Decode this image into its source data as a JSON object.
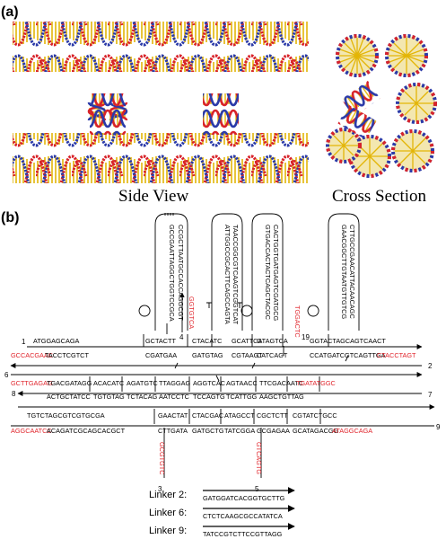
{
  "panel_a": {
    "label": "(a)",
    "side_caption": "Side View",
    "cross_caption": "Cross Section"
  },
  "panel_b": {
    "label": "(b)",
    "hairpins": [
      {
        "left": "GCCGAATTAGGCTGGTCCGCA",
        "right": "CCGCTTAATGCCACCAGGCGT"
      },
      {
        "left": "ATTGGCCGCACTTCAGCCAGTA",
        "right": "TAACCGGCGTCAAGTCGGTCAT"
      },
      {
        "left": "GTGACCACTACTCAGCTACGC",
        "right": "CACTGGTGATGAGTCGATGCG"
      },
      {
        "left": "GAACGGCTTGTAATGTTGTCG",
        "right": "CTTGCCGAACATTACAACAGC"
      }
    ],
    "red_labels": {
      "stub4": "GGTGTCA",
      "stub19": "TGGACTC",
      "stub3": "GCGTGTC",
      "stub5": "GTCAGTG",
      "row2_left": "GCCACGAAC",
      "row2_right": "CTACCTAGT",
      "row6_left": "GCTTGAGAG",
      "row7_right": "TGATATGGC",
      "row8_left": "AGGCAATCC",
      "row9_right": "ATAGGCAGA"
    },
    "strand_numbers": {
      "n1": "1",
      "n2": "2",
      "n3": "3",
      "n4": "4",
      "n5": "5",
      "n6": "6",
      "n7": "7",
      "n8": "8",
      "n9": "9",
      "n19": "19"
    },
    "row1": [
      "ATGGAGCAGA",
      "GCTACTT",
      "CTACATC",
      "GCATTCA",
      "GTAGTCA",
      "GGTACTAGCAGTCAACT"
    ],
    "row2": [
      "TACCTCGTCT",
      "CGATGAA",
      "GATGTAG",
      "CGTAAGT",
      "CATCAGT",
      "CCATGATCGTCAGTTGA"
    ],
    "row3": [
      "TGACGATAGG",
      "ACACATC",
      "AGATGTC",
      "TTAGGAG",
      "AGGTCAC",
      "AGTAACC",
      "TTCGACAATC"
    ],
    "row4": [
      "ACTGCTATCC",
      "TGTGTAG",
      "TCTACAG",
      "AATCCTC",
      "TCCAGTG",
      "TCATTGG",
      "AAGCTGTTAG"
    ],
    "row5": [
      "TGTCTAGCGTCGTGCGA",
      "GAACTAT",
      "CTACGAC",
      "ATAGCCT",
      "CGCTCTT",
      "CGTATCTGCC"
    ],
    "row6": [
      "ACAGATCGCAGCACGCT",
      "CTTGATA",
      "GATGCTG",
      "TATCGGA",
      "GCGAGAA",
      "GCATAGACGG"
    ],
    "linkers": [
      {
        "name": "Linker 2:",
        "seq": "GATGGATCACGGTGCTTG"
      },
      {
        "name": "Linker 6:",
        "seq": "CTCTCAAGCGCCATATCA"
      },
      {
        "name": "Linker 9:",
        "seq": "TATCCGTCTTCCGTTAGG"
      }
    ]
  }
}
